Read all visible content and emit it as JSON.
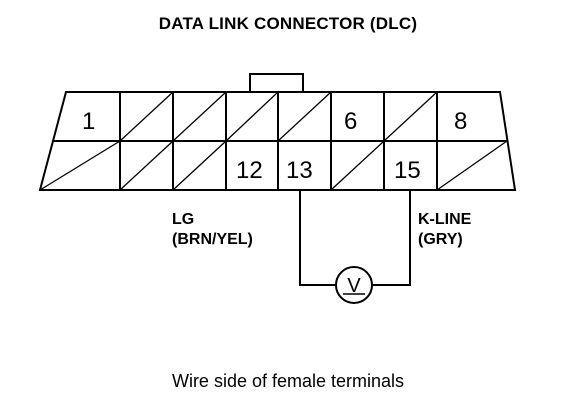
{
  "title": "DATA LINK CONNECTOR (DLC)",
  "pins": {
    "p1": "1",
    "p6": "6",
    "p8": "8",
    "p12": "12",
    "p13": "13",
    "p15": "15"
  },
  "left_wire": {
    "name": "LG",
    "color": "(BRN/YEL)"
  },
  "right_wire": {
    "name": "K-LINE",
    "color": "(GRY)"
  },
  "meter_symbol": "V",
  "caption": "Wire side of female terminals"
}
